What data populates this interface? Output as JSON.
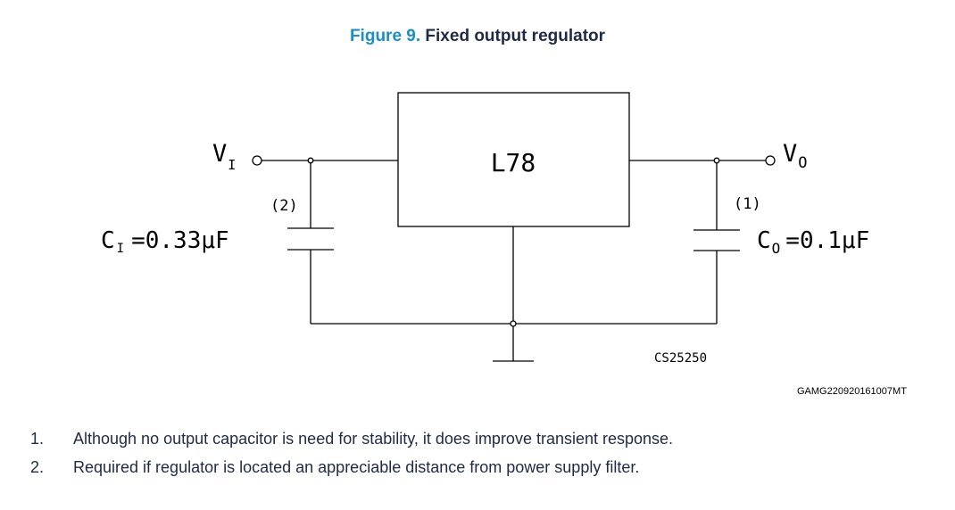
{
  "figure": {
    "number": "Figure 9.",
    "title": "Fixed output regulator",
    "colors": {
      "number": "#1a8fc4",
      "title": "#1f2a44"
    }
  },
  "schematic": {
    "regulator_label": "L78",
    "input_label": {
      "main": "V",
      "sub": "I"
    },
    "output_label": {
      "main": "V",
      "sub": "O"
    },
    "input_cap": {
      "main": "C",
      "sub": "I",
      "value": "=0.33μF",
      "note_ref": "(2)"
    },
    "output_cap": {
      "main": "C",
      "sub": "O",
      "value": "=0.1μF",
      "note_ref": "(1)"
    },
    "drawing_code": "CS25250"
  },
  "figure_id": "GAMG220920161007MT",
  "notes": [
    {
      "num": "1.",
      "text": "Although no output capacitor is need for stability, it does improve transient response."
    },
    {
      "num": "2.",
      "text": "Required if regulator is located an appreciable distance from power supply filter."
    }
  ]
}
